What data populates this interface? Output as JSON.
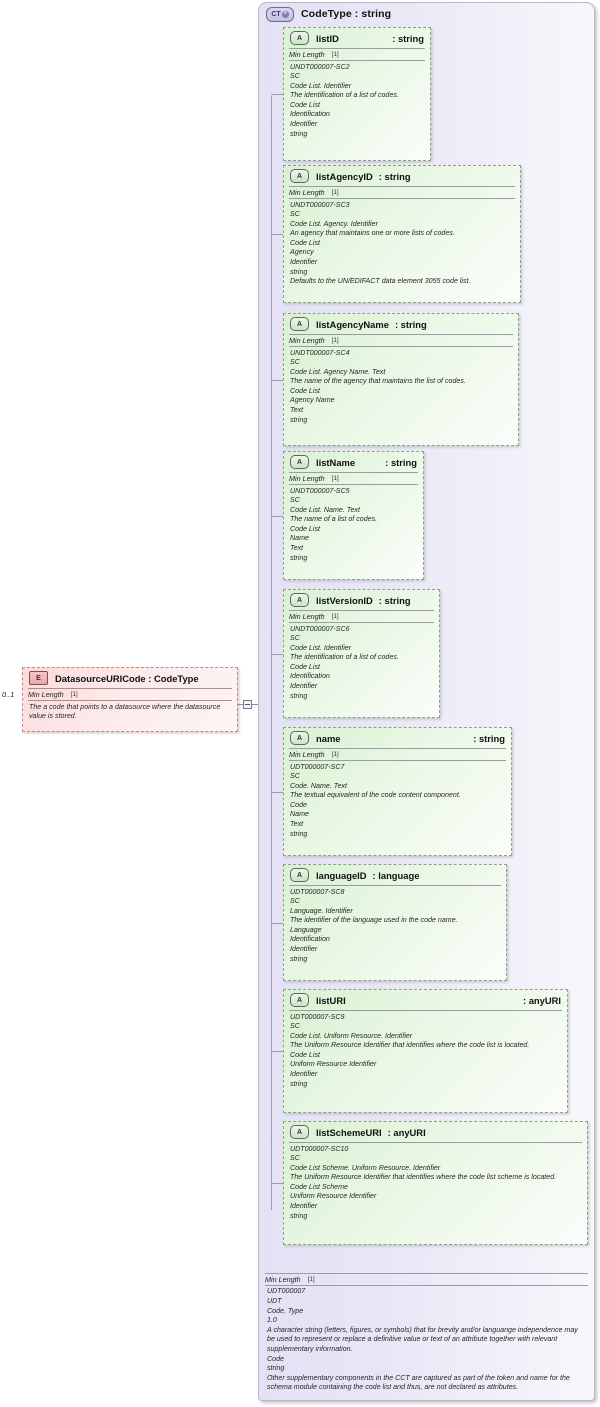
{
  "diagram": {
    "type": "xsd-schema-diagram",
    "root_type": {
      "icon": "ct-icon",
      "icon_label": "CT",
      "icon_badge": "+",
      "title": "CodeType : string"
    },
    "element": {
      "icon": "e-icon",
      "icon_label": "E",
      "title": "DatasourceURICode : CodeType",
      "cardinality": "0..1",
      "facet_label": "Min Length",
      "facet_cardinality": "[1]",
      "doc": [
        "The a code that points to a datasource where the datasource value is stored."
      ]
    },
    "attributes": [
      {
        "icon_label": "A",
        "name": "listID",
        "type": ": string",
        "facet_label": "Min Length",
        "facet_cardinality": "[1]",
        "doc": [
          "UNDT000007-SC2",
          "SC",
          "Code List. Identifier",
          "The identification of a list of codes.",
          "Code List",
          "Identification",
          "Identifier",
          "string"
        ]
      },
      {
        "icon_label": "A",
        "name": "listAgencyID",
        "type": ": string",
        "facet_label": "Min Length",
        "facet_cardinality": "[1]",
        "doc": [
          "UNDT000007-SC3",
          "SC",
          "Code List. Agency. Identifier",
          "An agency that maintains one or more lists of codes.",
          "Code List",
          "Agency",
          "Identifier",
          "string",
          "Defaults to the UN/EDIFACT data element 3055 code list."
        ]
      },
      {
        "icon_label": "A",
        "name": "listAgencyName",
        "type": ": string",
        "facet_label": "Min Length",
        "facet_cardinality": "[1]",
        "doc": [
          "UNDT000007-SC4",
          "SC",
          "Code List. Agency Name. Text",
          "The name of the agency that maintains the list of codes.",
          "Code List",
          "Agency Name",
          "Text",
          "string"
        ]
      },
      {
        "icon_label": "A",
        "name": "listName",
        "type": ": string",
        "facet_label": "Min Length",
        "facet_cardinality": "[1]",
        "doc": [
          "UNDT000007-SC5",
          "SC",
          "Code List. Name. Text",
          "The name of a list of codes.",
          "Code List",
          "Name",
          "Text",
          "string"
        ]
      },
      {
        "icon_label": "A",
        "name": "listVersionID",
        "type": ": string",
        "facet_label": "Min Length",
        "facet_cardinality": "[1]",
        "doc": [
          "UNDT000007-SC6",
          "SC",
          "Code List. Identifier",
          "The identification of a list of codes.",
          "Code List",
          "Identification",
          "Identifier",
          "string"
        ]
      },
      {
        "icon_label": "A",
        "name": "name",
        "type": ": string",
        "facet_label": "Min Length",
        "facet_cardinality": "[1]",
        "doc": [
          "UDT000007-SC7",
          "SC",
          "Code. Name. Text",
          "The textual equivalent of the code content component.",
          "Code",
          "Name",
          "Text",
          "string"
        ]
      },
      {
        "icon_label": "A",
        "name": "languageID",
        "type": ": language",
        "facet_label": "",
        "facet_cardinality": "",
        "doc": [
          "UDT000007-SC8",
          "SC",
          "Language. Identifier",
          "The identifier of the language used in the code name.",
          "Language",
          "Identification",
          "Identifier",
          "string"
        ]
      },
      {
        "icon_label": "A",
        "name": "listURI",
        "type": ": anyURI",
        "facet_label": "",
        "facet_cardinality": "",
        "doc": [
          "UDT000007-SC9",
          "SC",
          "Code List. Uniform Resource. Identifier",
          "The Uniform Resource Identifier that identifies where the code list is located.",
          "Code List",
          "Uniform Resource Identifier",
          "Identifier",
          "string"
        ]
      },
      {
        "icon_label": "A",
        "name": "listSchemeURI",
        "type": ": anyURI",
        "facet_label": "",
        "facet_cardinality": "",
        "doc": [
          "UDT000007-SC10",
          "SC",
          "Code List Scheme. Uniform Resource. Identifier",
          "The Uniform Resource Identifier that identifies where the code list scheme is located.",
          "Code List Scheme",
          "Uniform Resource Identifier",
          "Identifier",
          "string"
        ]
      }
    ],
    "footer": {
      "facet_label": "Min Length",
      "facet_cardinality": "[1]",
      "doc": [
        "UDT000007",
        "UDT",
        "Code. Type",
        "1.0",
        "A character string (letters, figures, or symbols) that for brevity and/or languange independence may be used to represent or replace a definitive value or text of an attribute together with relevant supplementary information.",
        "Code",
        "string",
        "Other supplementary components in the CCT are captured as part of the token and name for the schema module containing the code list and thus, are not declared as attributes."
      ]
    },
    "colors": {
      "container_bg": "#e3e1f4",
      "attribute_bg": "#d9f2d2",
      "element_bg": "#fbdada",
      "border_attr": "#8f9f8f",
      "border_elem": "#c08a8a",
      "line": "#9a9ab0"
    }
  }
}
